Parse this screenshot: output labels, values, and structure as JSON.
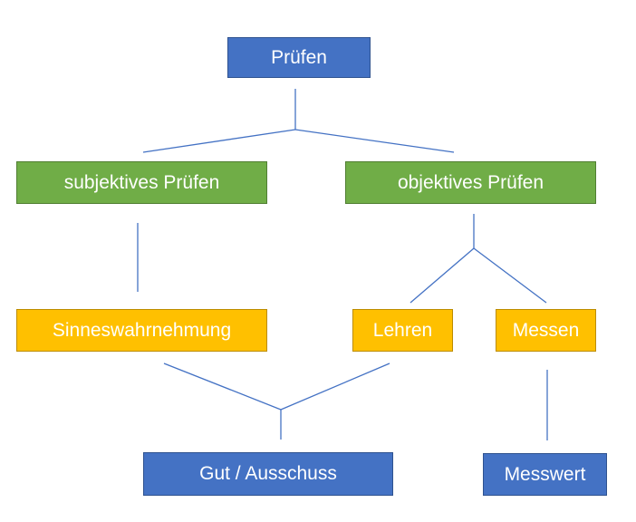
{
  "colors": {
    "level_blue": "#4472c4",
    "level_green": "#70ad47",
    "level_orange": "#ffc000",
    "connector": "#4472c4",
    "text": "#ffffff"
  },
  "nodes": {
    "root": "Prüfen",
    "subjective": "subjektives Prüfen",
    "objective": "objektives Prüfen",
    "sensory": "Sinneswahrnehmung",
    "gauging": "Lehren",
    "measuring": "Messen",
    "result_pass_fail": "Gut / Ausschuss",
    "result_measured": "Messwert"
  },
  "edges": [
    {
      "from": "root",
      "to": "subjective"
    },
    {
      "from": "root",
      "to": "objective"
    },
    {
      "from": "subjective",
      "to": "sensory"
    },
    {
      "from": "objective",
      "to": "gauging"
    },
    {
      "from": "objective",
      "to": "measuring"
    },
    {
      "from": "sensory",
      "to": "result_pass_fail"
    },
    {
      "from": "gauging",
      "to": "result_pass_fail"
    },
    {
      "from": "measuring",
      "to": "result_measured"
    }
  ]
}
